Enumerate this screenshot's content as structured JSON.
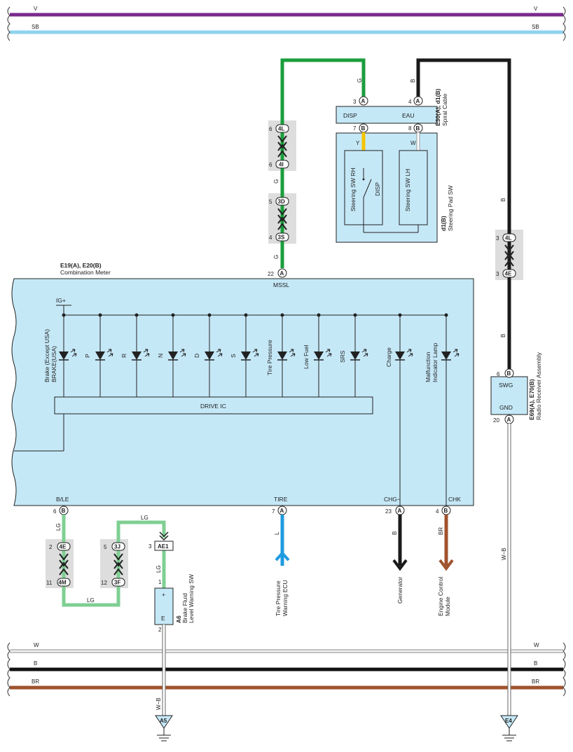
{
  "buses": {
    "top": [
      {
        "label": "V",
        "color": "#7a2a8c"
      },
      {
        "label": "SB",
        "color": "#8fd3ef"
      }
    ],
    "bottom": [
      {
        "label": "W",
        "color": "#e8e8e8"
      },
      {
        "label": "B",
        "color": "#111111"
      },
      {
        "label": "BR",
        "color": "#a0522d"
      }
    ]
  },
  "wire_colors": {
    "G": "#1a9e3c",
    "B": "#1a1a1a",
    "Y": "#f5c400",
    "W": "#ffffff",
    "LG": "#7fcf93",
    "L": "#1f9be0",
    "BR": "#a0522d",
    "WB": "#dddddd"
  },
  "spiral_cable": {
    "code_a": "E30(A),",
    "code_b": "d1(B)",
    "name": "Spiral Cable",
    "label_disp": "DISP",
    "label_eau": "EAU",
    "pin_a3": "3",
    "pin_a4": "4",
    "pin_b7": "7",
    "pin_b8": "8",
    "letter_a": "A",
    "letter_b": "B"
  },
  "steering_pad": {
    "code": "d1(B)",
    "name": "Steering Pad SW",
    "sw_rh": "Steering SW RH",
    "sw_lh": "Steering SW LH",
    "disp": "DISP"
  },
  "wires": {
    "g": "G",
    "b": "B",
    "y": "Y",
    "w": "W",
    "lg": "LG",
    "l": "L",
    "br": "BR",
    "wb": "W−B"
  },
  "junctions": {
    "j4L_pin": "6",
    "j4L": "4L",
    "j4I_pin": "6",
    "j4I": "4I",
    "j3D_pin": "5",
    "j3D": "3D",
    "j3S_pin": "4",
    "j3S": "3S",
    "r4L_pin": "3",
    "r4L": "4L",
    "r4E_pin": "3",
    "r4E": "4E",
    "l4E_pin": "2",
    "l4E": "4E",
    "l4M_pin": "11",
    "l4M": "4M",
    "l3J_pin": "5",
    "l3J": "3J",
    "l3F_pin": "12",
    "l3F": "3F",
    "ae1_pin": "3",
    "ae1": "AE1"
  },
  "meter": {
    "code": "E19(A), E20(B)",
    "name": "Combination Meter",
    "mssl": "MSSL",
    "mssl_pin": "22",
    "mssl_letter": "A",
    "igplus": "IG+",
    "drive_ic": "DRIVE IC",
    "ble": "B/LE",
    "ble_pin": "6",
    "ble_letter": "B",
    "tire": "TIRE",
    "tire_pin": "7",
    "tire_letter": "A",
    "chg": "CHG−",
    "chg_pin": "23",
    "chg_letter": "A",
    "chk": "CHK",
    "chk_pin": "4",
    "chk_letter": "B",
    "lamps": [
      "Brake (Except USA)",
      "BRAKE(USA)",
      "P",
      "R",
      "N",
      "D",
      "S",
      "Tire Pressure",
      "Low Fuel",
      "SRS",
      "Charge",
      "Malfunction",
      "Indicator Lamp"
    ]
  },
  "radio": {
    "code": "E69(A), E70(B)",
    "name": "Radio Receiver Assembly",
    "swg": "SWG",
    "gnd": "GND",
    "swg_pin": "6",
    "swg_letter": "B",
    "gnd_pin": "20",
    "gnd_letter": "A"
  },
  "brake_sw": {
    "code": "A6",
    "name1": "Brake Fluid",
    "name2": "Level Warning SW",
    "plus": "+",
    "e": "E",
    "pin1": "1",
    "pin2": "2"
  },
  "destinations": {
    "tpw1": "Tire Pressure",
    "tpw2": "Warning ECU",
    "gen": "Generator",
    "ecm1": "Engine Control",
    "ecm2": "Module"
  },
  "grounds": {
    "a5": "A5",
    "e4": "E4"
  }
}
